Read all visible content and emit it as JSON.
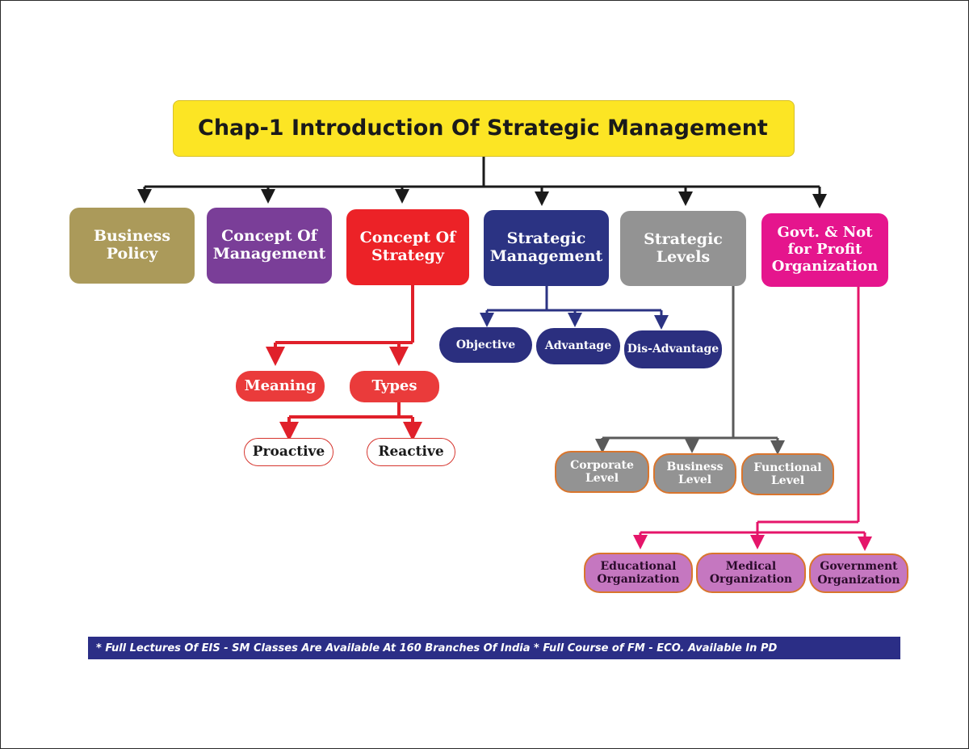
{
  "title": "Chap-1 Introduction Of Strategic Management",
  "main_topics": [
    {
      "label": "Business\nPolicy",
      "color": "#ab9a5a"
    },
    {
      "label": "Concept Of\nManagement",
      "color": "#7a3e98"
    },
    {
      "label": "Concept Of\nStrategy",
      "color": "#ec2227"
    },
    {
      "label": "Strategic\nManagement",
      "color": "#2b3383"
    },
    {
      "label": "Strategic\nLevels",
      "color": "#939393"
    },
    {
      "label": "Govt. & Not\nfor Profit\nOrganization",
      "color": "#e5158d"
    }
  ],
  "strategy": {
    "children": [
      "Meaning",
      "Types"
    ],
    "types_children": [
      "Proactive",
      "Reactive"
    ]
  },
  "strategic_management": {
    "children": [
      "Objective",
      "Advantage",
      "Dis-Advantage"
    ]
  },
  "strategic_levels": {
    "children": [
      "Corporate\nLevel",
      "Business\nLevel",
      "Functional\nLevel"
    ]
  },
  "govt_org": {
    "children": [
      "Educational\nOrganization",
      "Medical\nOrganization",
      "Government\nOrganization"
    ]
  },
  "footer": "* Full Lectures Of EIS - SM Classes Are Available At 160 Branches Of India * Full Course of FM - ECO. Available In PD",
  "line_colors": {
    "main": "#1a1a1a",
    "strategy": "#e0202a",
    "management": "#2b3383",
    "levels": "#5a5a5a",
    "govt": "#e5156a"
  }
}
